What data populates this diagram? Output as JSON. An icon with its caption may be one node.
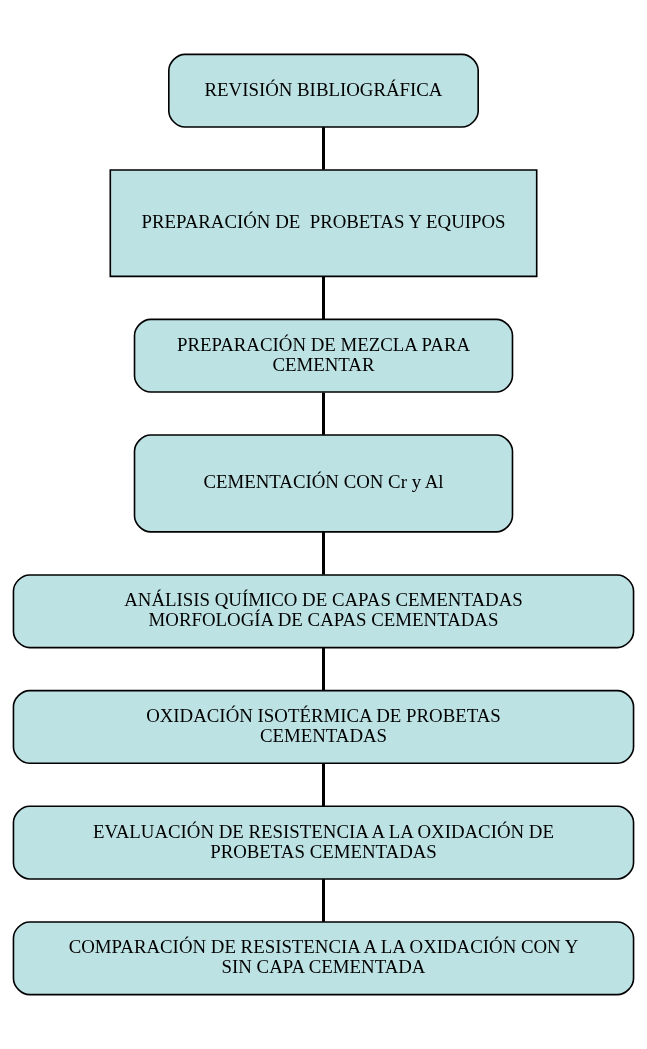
{
  "diagram": {
    "nodes": [
      {
        "text": [
          "REVISIÓN BIBLIOGRÁFICA"
        ]
      },
      {
        "text": [
          "PREPARACIÓN DE  PROBETAS Y EQUIPOS"
        ]
      },
      {
        "text": [
          "PREPARACIÓN DE MEZCLA PARA CEMENTAR"
        ]
      },
      {
        "text": [
          "CEMENTACIÓN CON Cr y Al"
        ]
      },
      {
        "text": [
          "ANÁLISIS QUÍMICO DE CAPAS CEMENTADAS",
          "MORFOLOGÍA DE CAPAS CEMENTADAS"
        ]
      },
      {
        "text": [
          "OXIDACIÓN ISOTÉRMICA DE PROBETAS CEMENTADAS"
        ]
      },
      {
        "text": [
          "EVALUACIÓN DE RESISTENCIA A LA OXIDACIÓN DE PROBETAS CEMENTADAS"
        ]
      },
      {
        "text": [
          "COMPARACIÓN DE RESISTENCIA A LA OXIDACIÓN CON Y SIN CAPA CEMENTADA"
        ]
      }
    ],
    "edges": [
      {
        "from": 0,
        "to": 1,
        "arrow": "none"
      },
      {
        "from": 1,
        "to": 2,
        "arrow": "none"
      },
      {
        "from": 2,
        "to": 3,
        "arrow": "none"
      },
      {
        "from": 3,
        "to": 4,
        "arrow": "none"
      },
      {
        "from": 4,
        "to": 5,
        "arrow": "none"
      },
      {
        "from": 5,
        "to": 6,
        "arrow": "none"
      },
      {
        "from": 6,
        "to": 7,
        "arrow": "none"
      }
    ]
  }
}
